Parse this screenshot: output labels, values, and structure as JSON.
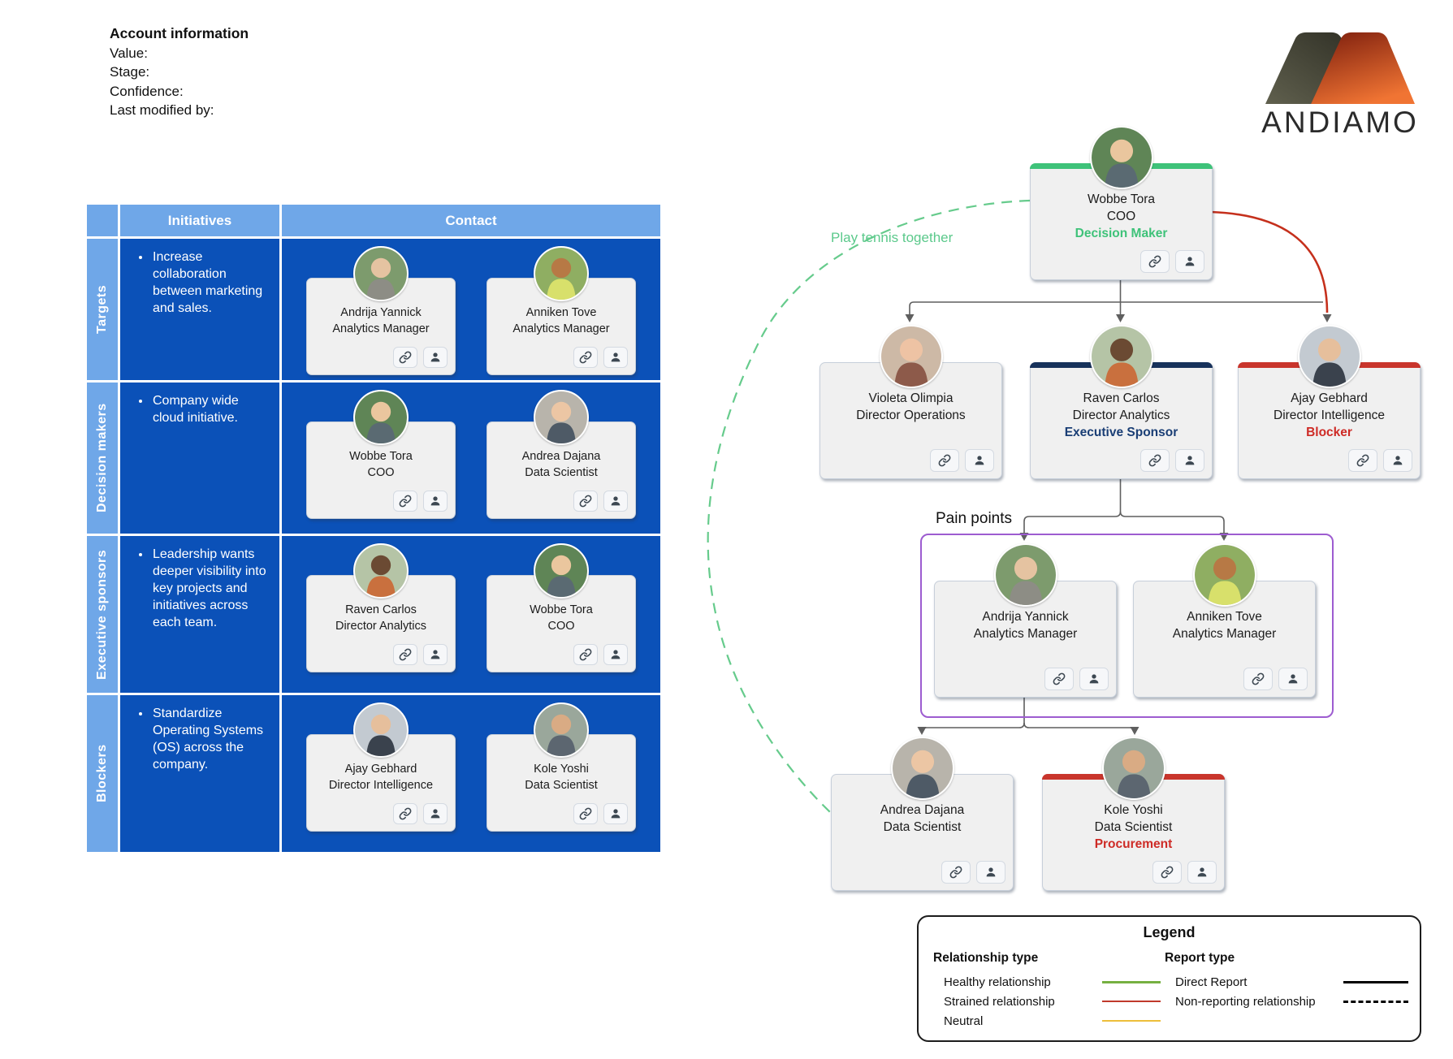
{
  "account": {
    "title": "Account information",
    "fields": [
      "Value:",
      "Stage:",
      "Confidence:",
      "Last modified by:"
    ]
  },
  "logo": {
    "brand": "ANDIAMO"
  },
  "colors": {
    "table_header_blue": "#6FA7E8",
    "table_body_blue": "#0B51B8",
    "healthy_green": "#3EC279",
    "strained_red": "#C5301C",
    "navy_bar": "#17325B",
    "purple_group": "#9D5CD0",
    "connector_gray": "#5F5F5F",
    "green_dashed_line": "#66CB8C"
  },
  "table": {
    "header": {
      "initiatives": "Initiatives",
      "contact": "Contact"
    },
    "rows": [
      {
        "label": "Targets",
        "initiative": "Increase collaboration between marketing and sales.",
        "contacts": [
          {
            "name": "Andrija Yannick",
            "title": "Analytics Manager",
            "avatar_style": "--av-bg:#7d9b6d;--av-skin:#e5c3a1;--av-top:#8d8d85"
          },
          {
            "name": "Anniken Tove",
            "title": "Analytics Manager",
            "avatar_style": "--av-bg:#8fae62;--av-skin:#b77945;--av-top:#d8e06b"
          }
        ]
      },
      {
        "label": "Decision makers",
        "initiative": "Company wide cloud initiative.",
        "contacts": [
          {
            "name": "Wobbe Tora",
            "title": "COO",
            "avatar_style": "--av-bg:#5f8556;--av-skin:#eac69e;--av-top:#5a6a72"
          },
          {
            "name": "Andrea Dajana",
            "title": "Data Scientist",
            "avatar_style": "--av-bg:#b8b4ab;--av-skin:#ecc6a4;--av-top:#4e5a66"
          }
        ]
      },
      {
        "label": "Executive sponsors",
        "initiative": "Leadership wants deeper visibility into key projects and initiatives across each team.",
        "contacts": [
          {
            "name": "Raven Carlos",
            "title": "Director Analytics",
            "avatar_style": "--av-bg:#b5c4a6;--av-skin:#6b4a33;--av-top:#c9703e"
          },
          {
            "name": "Wobbe Tora",
            "title": "COO",
            "avatar_style": "--av-bg:#5f8556;--av-skin:#eac69e;--av-top:#5a6a72"
          }
        ]
      },
      {
        "label": "Blockers",
        "initiative": "Standardize Operating Systems (OS) across the company.",
        "contacts": [
          {
            "name": "Ajay Gebhard",
            "title": "Director Intelligence",
            "avatar_style": "--av-bg:#c3cad1;--av-skin:#e6bf9c;--av-top:#3a424d"
          },
          {
            "name": "Kole Yoshi",
            "title": "Data Scientist",
            "avatar_style": "--av-bg:#9aa79b;--av-skin:#d9ab84;--av-top:#5c6670"
          }
        ]
      }
    ]
  },
  "org": {
    "annotations": {
      "play_tennis": "Play tennis together",
      "pain_points": "Pain points"
    },
    "nodes": {
      "wobbe": {
        "name": "Wobbe Tora",
        "title": "COO",
        "role": "Decision Maker",
        "role_style": "color:#3EC279",
        "bar_style": "background:#3EC279",
        "avatar_style": "--av-bg:#5f8556;--av-skin:#eac69e;--av-top:#5a6a72"
      },
      "violeta": {
        "name": "Violeta Olimpia",
        "title": "Director Operations",
        "avatar_style": "--av-bg:#cdb9a6;--av-skin:#eec3a4;--av-top:#8d5a4a"
      },
      "raven": {
        "name": "Raven Carlos",
        "title": "Director Analytics",
        "role": "Executive Sponsor",
        "role_style": "color:#1A3E75",
        "bar_style": "background:#17325B",
        "avatar_style": "--av-bg:#b5c4a6;--av-skin:#6b4a33;--av-top:#c9703e"
      },
      "ajay": {
        "name": "Ajay Gebhard",
        "title": "Director Intelligence",
        "role": "Blocker",
        "role_style": "color:#CE2B26",
        "bar_style": "background:#C9352C",
        "avatar_style": "--av-bg:#c3cad1;--av-skin:#e6bf9c;--av-top:#3a424d"
      },
      "andrija": {
        "name": "Andrija Yannick",
        "title": "Analytics Manager",
        "avatar_style": "--av-bg:#7d9b6d;--av-skin:#e5c3a1;--av-top:#8d8d85"
      },
      "anniken": {
        "name": "Anniken Tove",
        "title": "Analytics Manager",
        "avatar_style": "--av-bg:#8fae62;--av-skin:#b77945;--av-top:#d8e06b"
      },
      "andrea": {
        "name": "Andrea Dajana",
        "title": "Data Scientist",
        "avatar_style": "--av-bg:#b8b4ab;--av-skin:#ecc6a4;--av-top:#4e5a66"
      },
      "kole": {
        "name": "Kole Yoshi",
        "title": "Data Scientist",
        "role": "Procurement",
        "role_style": "color:#CE2B26",
        "bar_style": "background:#C9352C",
        "avatar_style": "--av-bg:#9aa79b;--av-skin:#d9ab84;--av-top:#5c6670"
      }
    }
  },
  "legend": {
    "title": "Legend",
    "relationship": {
      "heading": "Relationship type",
      "items": [
        {
          "label": "Healthy relationship",
          "color": "#76B041",
          "swatch_style": "border-top:3px solid #76B041"
        },
        {
          "label": "Strained relationship",
          "color": "#C0392B",
          "swatch_style": "border-top:2px solid #C0392B"
        },
        {
          "label": "Neutral",
          "color": "#EDBE3A",
          "swatch_style": "border-top:2px solid #EDBE3A"
        }
      ]
    },
    "report": {
      "heading": "Report type",
      "items": [
        {
          "label": "Direct Report",
          "color": "#000000",
          "swatch_style": "border-top:3px solid #000000"
        },
        {
          "label": "Non-reporting relationship",
          "color": "#000000",
          "swatch_style": "border-top:3px dashed #000000"
        }
      ]
    }
  }
}
